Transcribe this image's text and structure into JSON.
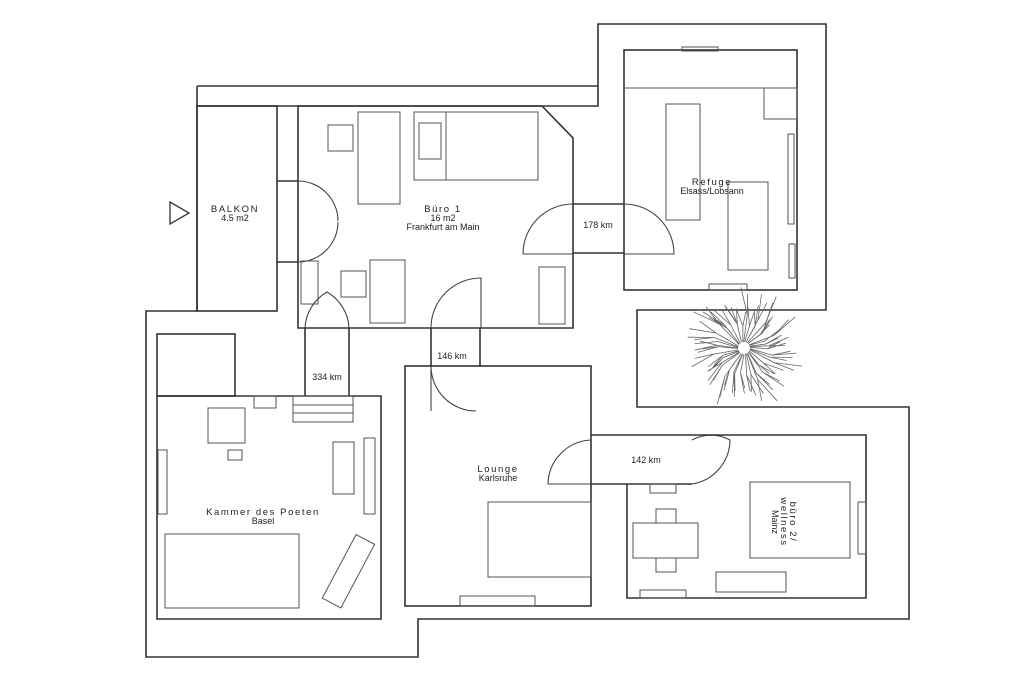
{
  "rooms": {
    "balkon": {
      "name": "BALKON",
      "area": "4.5 m2"
    },
    "buero1": {
      "name": "Büro 1",
      "area": "16 m2",
      "city": "Frankfurt am Main"
    },
    "refuge": {
      "name": "Refuge",
      "city": "Elsass/Lobsann"
    },
    "lounge": {
      "name": "Lounge",
      "city": "Karlsruhe"
    },
    "kammer": {
      "name": "Kammer des Poeten",
      "city": "Basel"
    },
    "buero2": {
      "name": "büro 2/",
      "name2": "wellness",
      "city": "Mainz"
    }
  },
  "corridors": {
    "c178": "178 km",
    "c146": "146 km",
    "c334": "334 km",
    "c142": "142 km"
  },
  "icons": {
    "entrance": "triangle-arrow-icon",
    "tree": "tree-icon"
  }
}
